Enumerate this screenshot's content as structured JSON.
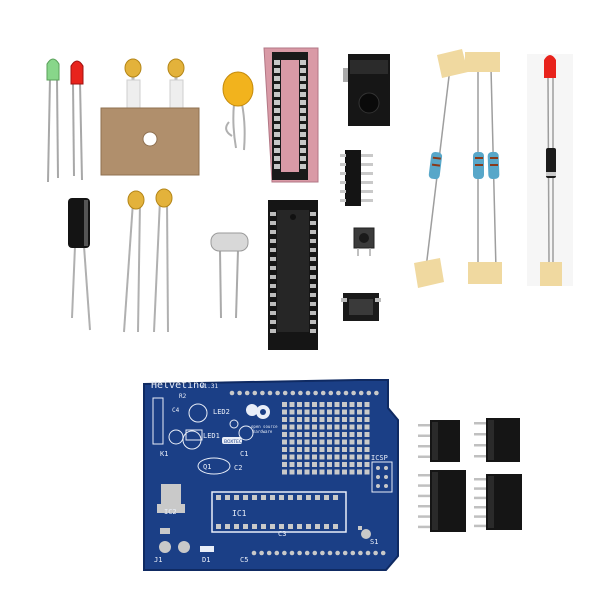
{
  "photo": {
    "background": "#ffffff",
    "pcb_color": "#1b3f86",
    "silkscreen_color": "#e9eef8",
    "pad_color": "#c9c9c9",
    "header_color": "#151515",
    "resistor_body_color": "#58a7c9",
    "tape_color": "#f0d9a0"
  },
  "pcb": {
    "brand": "Helvetino",
    "version": "v1.31",
    "labels": {
      "k1": "K1",
      "c4": "C4",
      "r2": "R2",
      "led2": "LED2",
      "led1": "LED1",
      "q1": "Q1",
      "c1": "C1",
      "c2": "C2",
      "ic1": "IC1",
      "ic2": "IC2",
      "c3": "C3",
      "icsp": "ICSP",
      "s1": "S1",
      "j1": "J1",
      "d1": "D1",
      "c5": "C5",
      "osh_line1": "open source",
      "osh_line2": "hardware",
      "badge": "BOXTEC"
    }
  }
}
